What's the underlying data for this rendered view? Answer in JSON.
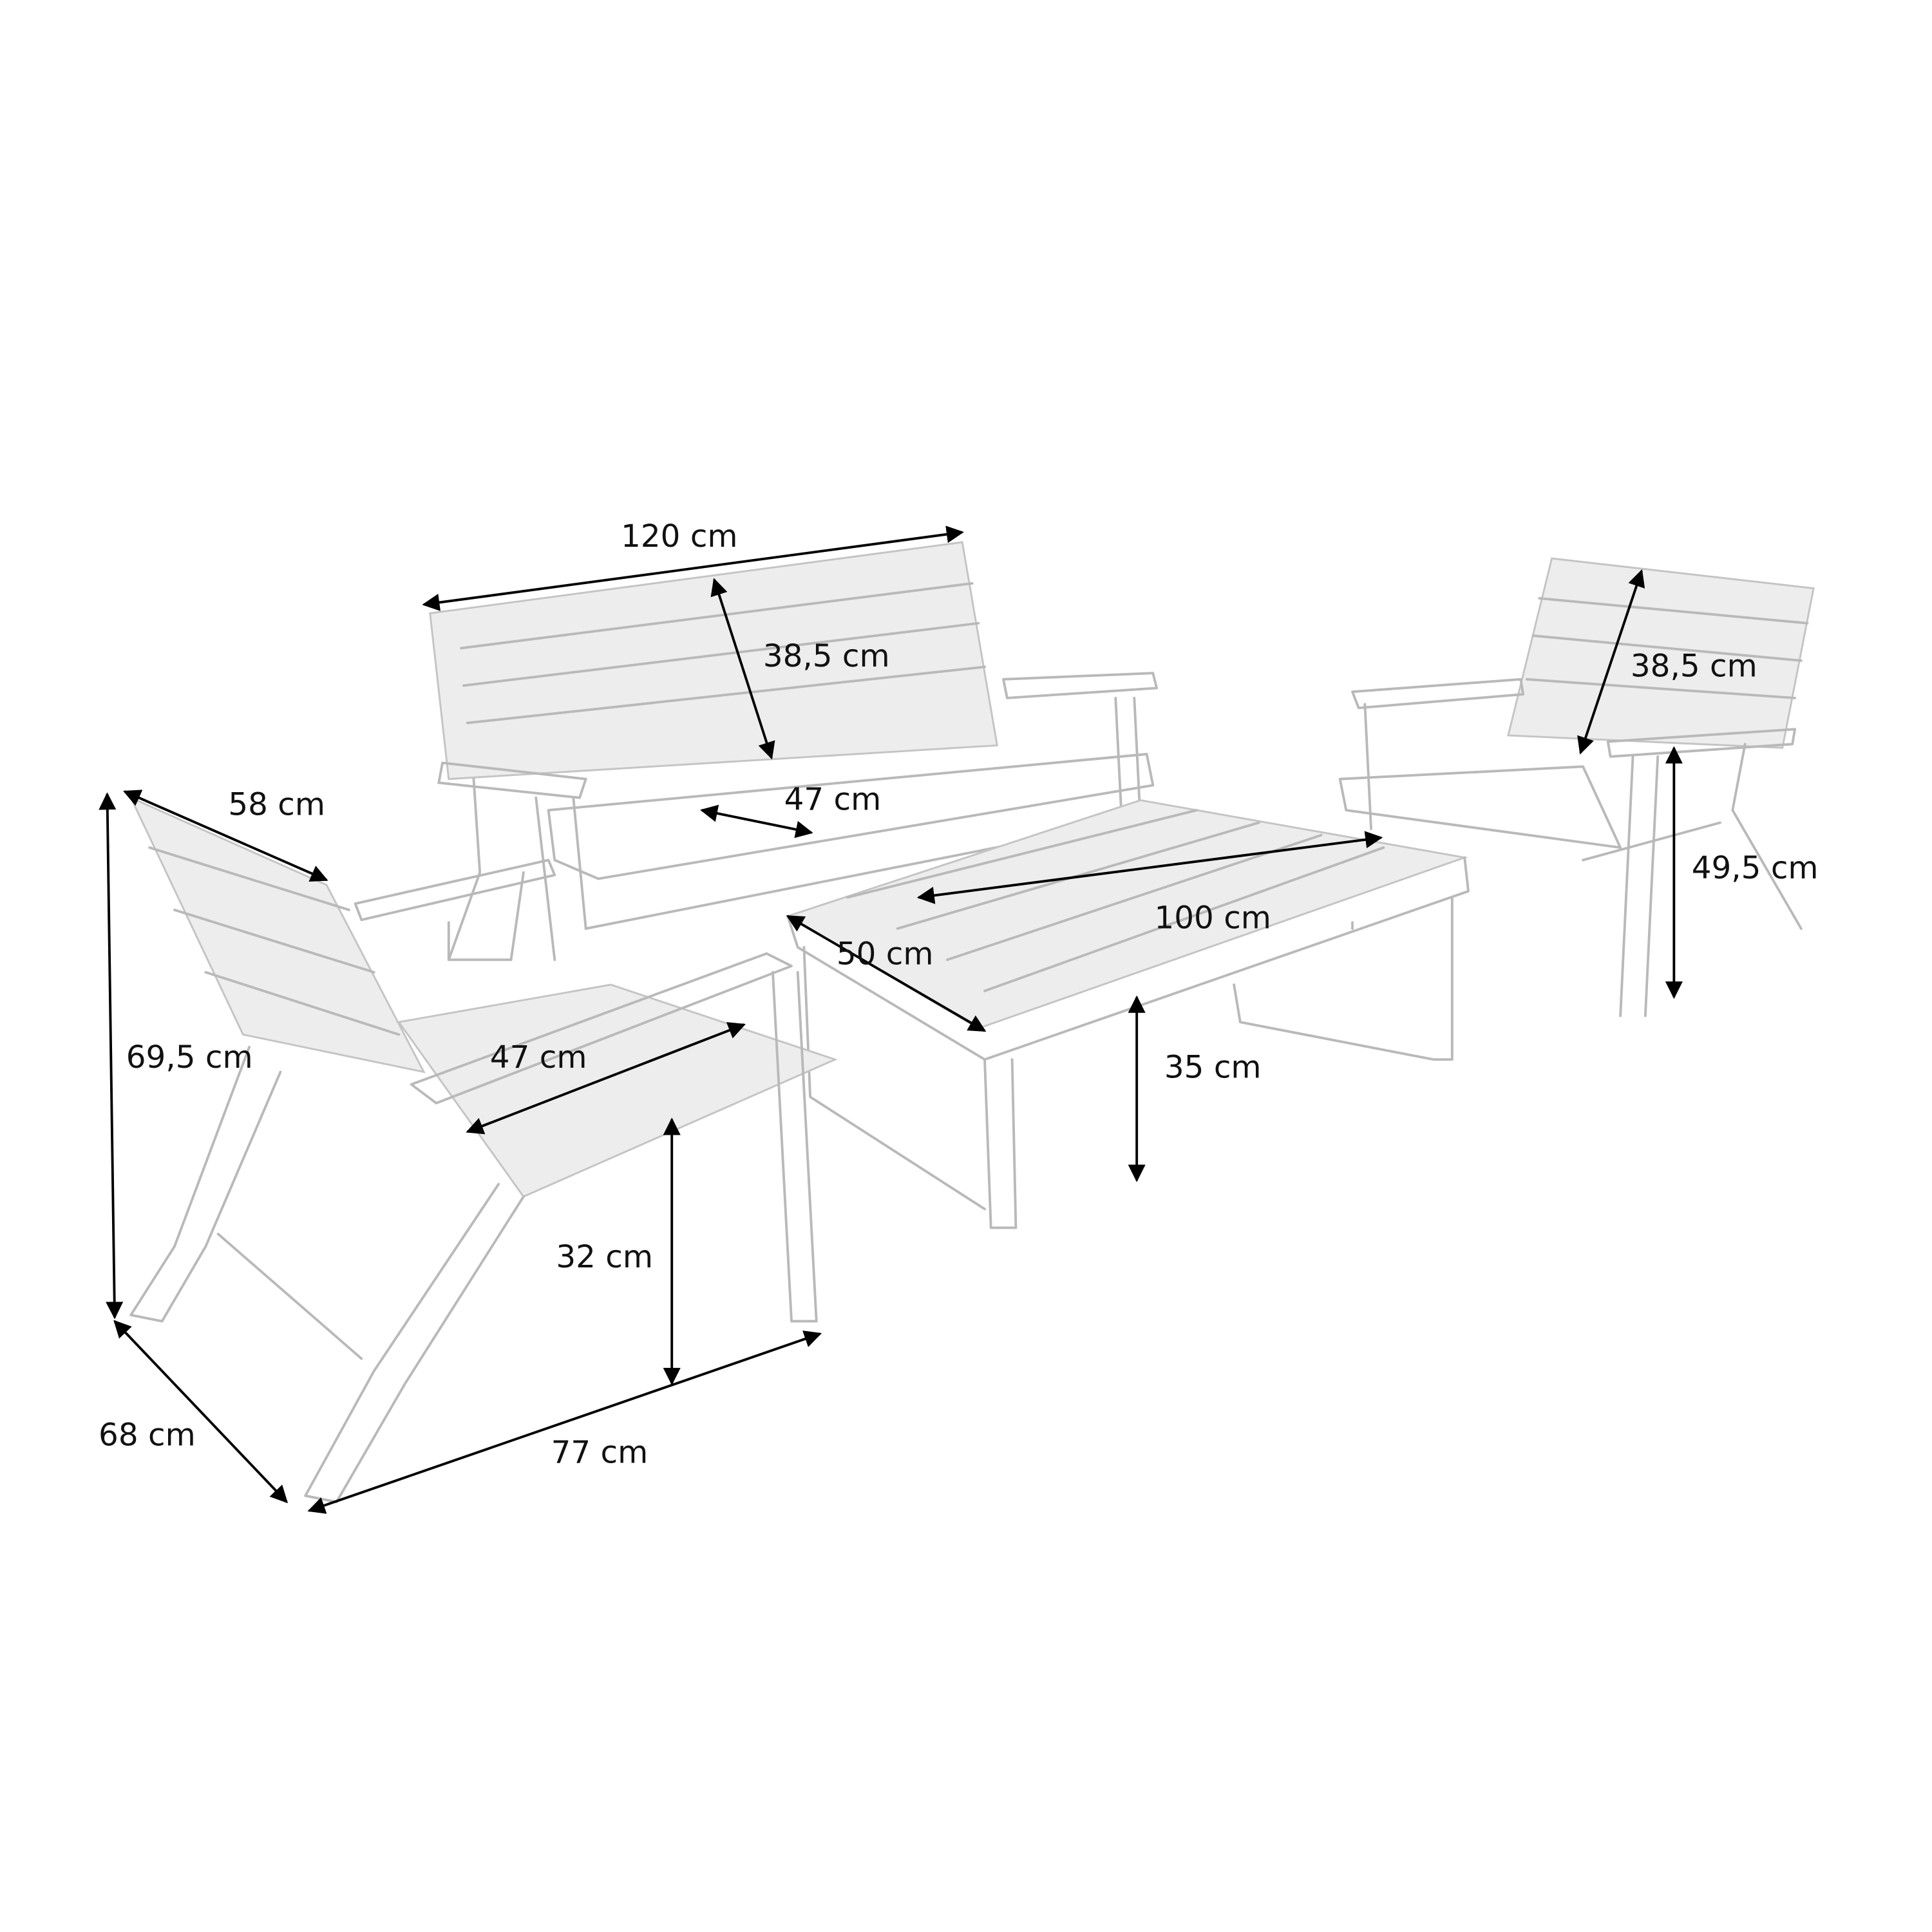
{
  "title": "Garden furniture set dimensions",
  "colors": {
    "line": "#000000",
    "furniture": "#b9b9b9",
    "background": "#ffffff"
  },
  "sofa": {
    "width": "120 cm",
    "back_height": "38,5 cm",
    "seat_depth": "47 cm"
  },
  "armchair_left": {
    "depth_top": "58 cm",
    "height": "69,5 cm",
    "seat_depth": "47 cm",
    "seat_height": "32 cm",
    "depth": "68 cm",
    "width": "77 cm"
  },
  "table": {
    "length": "100 cm",
    "width": "50 cm",
    "height": "35 cm"
  },
  "armchair_right": {
    "back_height": "38,5 cm",
    "arm_height": "49,5 cm"
  }
}
